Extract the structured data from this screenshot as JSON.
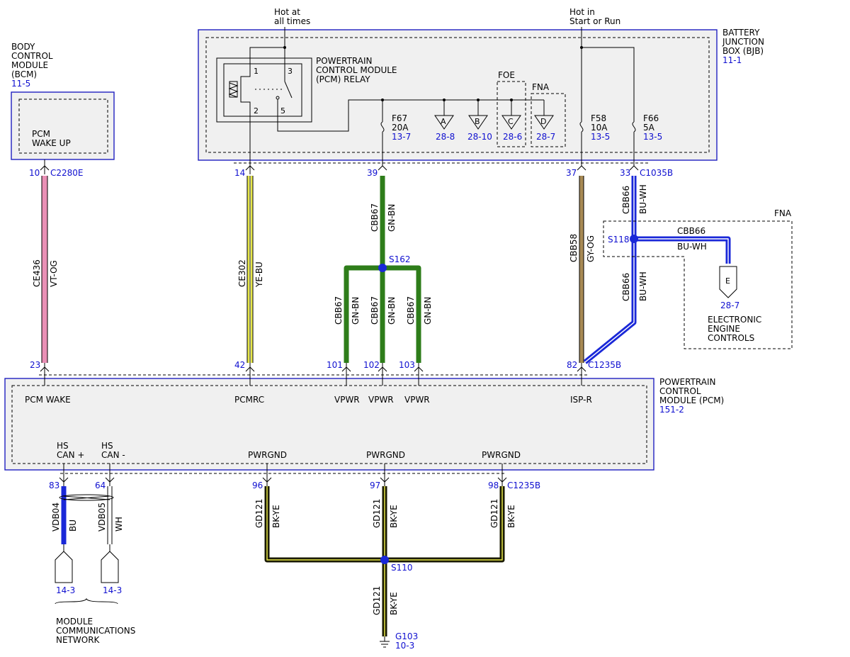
{
  "colors": {
    "blue_ref": "#1010d0",
    "wire_vt_og": "#e98fb5",
    "wire_ye_bu": "#e8e84a",
    "wire_gn_bn": "#2e7d1a",
    "wire_gy_og": "#a88a55",
    "wire_bu_wh": "#1a28d8",
    "wire_bk_ye": "#1a1a00",
    "wire_bu": "#1a28d8",
    "wire_wh": "#ffffff"
  },
  "power": {
    "hot_at_all_times_1": "Hot at",
    "hot_at_all_times_2": "all times",
    "hot_start_run_1": "Hot in",
    "hot_start_run_2": "Start or Run"
  },
  "bjb": {
    "title_1": "BATTERY",
    "title_2": "JUNCTION",
    "title_3": "BOX (BJB)",
    "ref": "11-1",
    "relay_1": "POWERTRAIN",
    "relay_2": "CONTROL MODULE",
    "relay_3": "(PCM) RELAY",
    "relay_pins": [
      "1",
      "2",
      "3",
      "5"
    ],
    "foe": "FOE",
    "fna": "FNA",
    "fuses": [
      {
        "name": "F67",
        "rating": "20A",
        "ref": "13-7"
      },
      {
        "name": "F58",
        "rating": "10A",
        "ref": "13-5"
      },
      {
        "name": "F66",
        "rating": "5A",
        "ref": "13-5"
      }
    ],
    "taps": [
      {
        "letter": "A",
        "ref": "28-8"
      },
      {
        "letter": "B",
        "ref": "28-10"
      },
      {
        "letter": "C",
        "ref": "28-6"
      },
      {
        "letter": "D",
        "ref": "28-7"
      }
    ]
  },
  "bcm": {
    "title_1": "BODY",
    "title_2": "CONTROL",
    "title_3": "MODULE",
    "title_4": "(BCM)",
    "ref": "11-5",
    "signal_1": "PCM",
    "signal_2": "WAKE UP",
    "pin": "10",
    "connector": "C2280E"
  },
  "pcm": {
    "title_1": "POWERTRAIN",
    "title_2": "CONTROL",
    "title_3": "MODULE (PCM)",
    "ref": "151-2",
    "signals": {
      "pcm_wake": "PCM WAKE",
      "pcmrc": "PCMRC",
      "vpwr": "VPWR",
      "isp_r": "ISP-R",
      "hs_can_plus_1": "HS",
      "hs_can_plus_2": "CAN +",
      "hs_can_minus_1": "HS",
      "hs_can_minus_2": "CAN -",
      "pwrgnd": "PWRGND"
    },
    "top_pins": [
      "23",
      "42",
      "101",
      "102",
      "103",
      "82"
    ],
    "top_connector": "C1235B",
    "bottom_pins": [
      "83",
      "64",
      "96",
      "97",
      "98"
    ],
    "bottom_connector": "C1235B"
  },
  "bjb_pins": {
    "p14": "14",
    "p39": "39",
    "p37": "37",
    "p33": "33",
    "connector": "C1035B"
  },
  "wires": {
    "ce436": {
      "circuit": "CE436",
      "color": "VT-OG"
    },
    "ce302": {
      "circuit": "CE302",
      "color": "YE-BU"
    },
    "cbb67": {
      "circuit": "CBB67",
      "color": "GN-BN"
    },
    "cbb58": {
      "circuit": "CBB58",
      "color": "GY-OG"
    },
    "cbb66": {
      "circuit": "CBB66",
      "color": "BU-WH"
    },
    "vdb04": {
      "circuit": "VDB04",
      "color": "BU"
    },
    "vdb05": {
      "circuit": "VDB05",
      "color": "WH"
    },
    "gd121": {
      "circuit": "GD121",
      "color": "BK-YE"
    }
  },
  "splices": {
    "s162": "S162",
    "s118": "S118",
    "s110": "S110"
  },
  "eec": {
    "fna": "FNA",
    "letter": "E",
    "ref": "28-7",
    "label_1": "ELECTRONIC",
    "label_2": "ENGINE",
    "label_3": "CONTROLS"
  },
  "mcn": {
    "ref_bu": "14-3",
    "ref_wh": "14-3",
    "label_1": "MODULE",
    "label_2": "COMMUNICATIONS",
    "label_3": "NETWORK"
  },
  "ground": {
    "name": "G103",
    "ref": "10-3"
  }
}
